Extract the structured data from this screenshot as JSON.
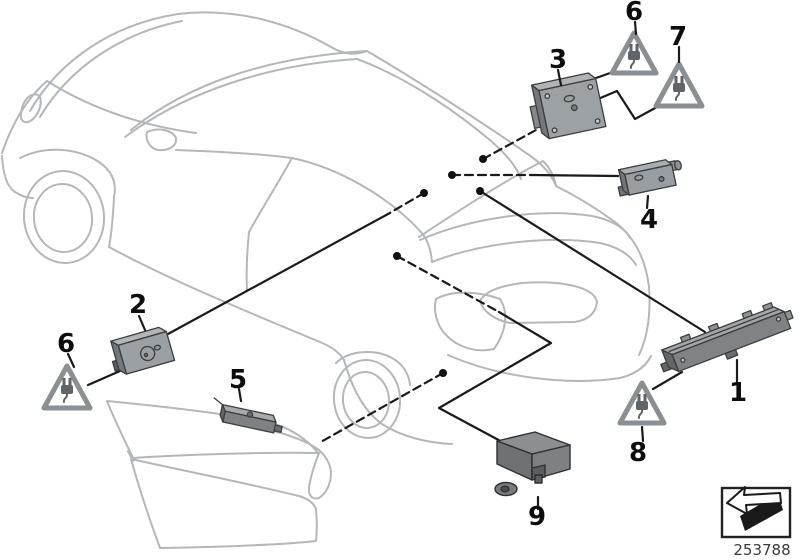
{
  "callouts": {
    "n1": "1",
    "n2": "2",
    "n3": "3",
    "n4": "4",
    "n5": "5",
    "n6_left": "6",
    "n6_top": "6",
    "n7": "7",
    "n8": "8",
    "n9": "9"
  },
  "footer": {
    "part_number": "253788"
  },
  "icons": {
    "warning_triangle": "plug-warning-triangle-icon",
    "replacement_part": "bent-arrow-3d-icon"
  },
  "colors": {
    "car_outline": "#b4b7ba",
    "leader_line": "#1a1a1a",
    "module_top": "#b2b6b9",
    "module_face": "#9aa0a4",
    "module_side": "#74787b",
    "module9_body": "#6e7275",
    "triangle_stroke": "#8a8f93",
    "label_text": "#0d0d0d"
  }
}
